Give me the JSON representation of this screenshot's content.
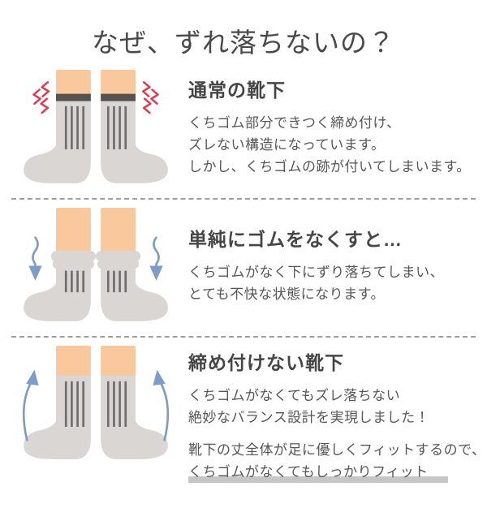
{
  "title": "なぜ、ずれ落ちないの？",
  "colors": {
    "background": "#ffffff",
    "title_text": "#4a4a4a",
    "heading_text": "#454545",
    "body_text": "#565656",
    "skin": "#f9c89c",
    "sock": "#d9d6d3",
    "cuff_band": "#55524f",
    "rib_line": "#6e6e6e",
    "pressure_red": "#e8354b",
    "arrow_blue": "#7d9cc9",
    "divider": "#9e9e9e",
    "highlight_bar": "#c6c6c6"
  },
  "sections": [
    {
      "heading": "通常の靴下",
      "illustration": "socks-with-tight-elastic-cuff",
      "body_lines": [
        "くちゴム部分できつく締め付け、",
        "ズレない構造になっています。",
        "しかし、くちゴムの跡が付いてしまいます。"
      ]
    },
    {
      "heading": "単純にゴムをなくすと…",
      "illustration": "socks-slipping-down",
      "body_lines": [
        "くちゴムがなく下にずり落ちてしまい、",
        "とても不快な状態になります。"
      ]
    },
    {
      "heading": "締め付けない靴下",
      "illustration": "socks-fitting-without-elastic",
      "body_lines": [
        "くちゴムがなくてもズレ落ちない",
        "絶妙なバランス設計を実現しました！"
      ],
      "body2_lines": [
        "靴下の丈全体が足に優しくフィットするので、"
      ],
      "highlight_line": "くちゴムがなくてもしっかりフィット"
    }
  ]
}
